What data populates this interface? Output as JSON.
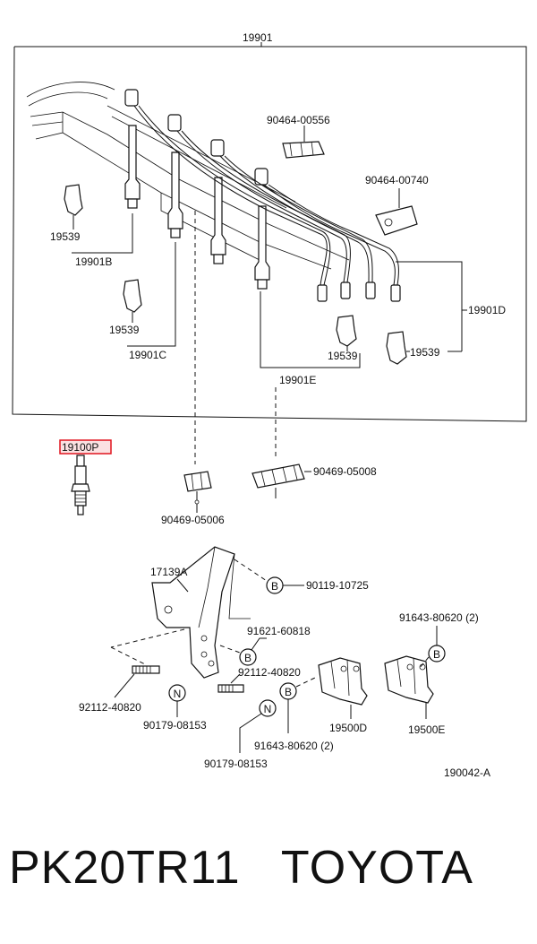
{
  "diagram": {
    "assembly_label": "19901",
    "labels": {
      "clamp_top": "90464-00556",
      "clamp_right": "90464-00740",
      "cord_b": "19901B",
      "cord_c": "19901C",
      "cord_d": "19901D",
      "cord_e": "19901E",
      "plug_cap_1": "19539",
      "plug_cap_2": "19539",
      "plug_cap_3": "19539",
      "plug_cap_4": "19539",
      "spark_plug": "19100P",
      "clamp_left_lower": "90469-05006",
      "clamp_right_lower": "90469-05008",
      "bracket": "17139A",
      "bolt_top": "90119-10725",
      "bolt_mid": "91621-60818",
      "stud_right": "92112-40820",
      "stud_left": "92112-40820",
      "nut_left": "90179-08153",
      "nut_bottom": "90179-08153",
      "bolt_right": "91643-80620 (2)",
      "bolt_bottom": "91643-80620 (2)",
      "coil_d": "19500D",
      "coil_e": "19500E",
      "drawing_id": "190042-A"
    },
    "bubbles": {
      "b": "B",
      "n": "N"
    },
    "highlight_color": "#e0141e"
  },
  "footer": {
    "text": "PK20TR11   TOYOTA"
  }
}
